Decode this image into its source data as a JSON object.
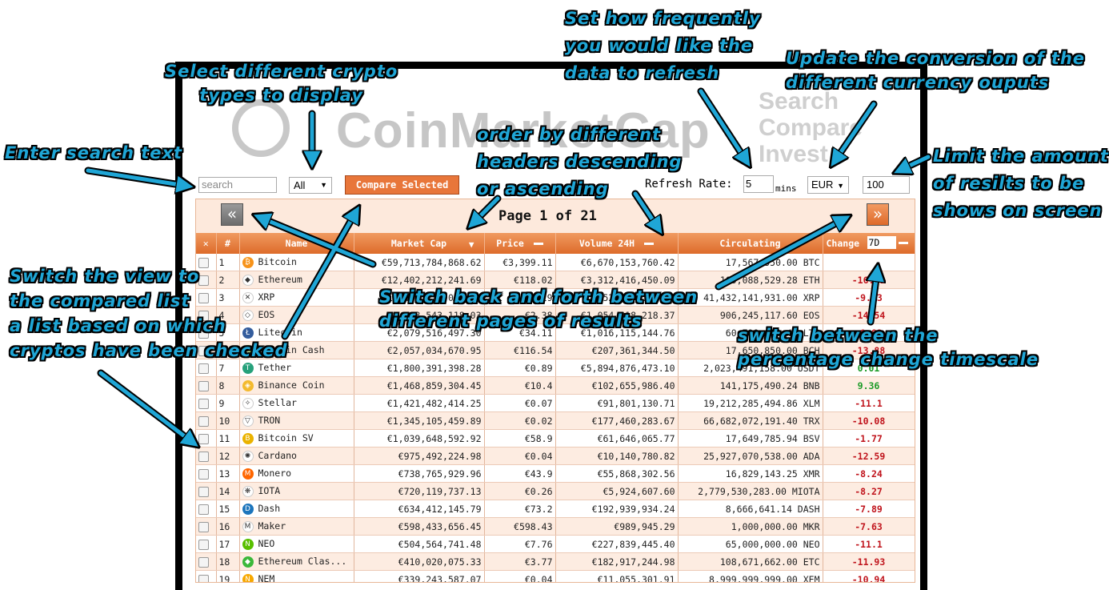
{
  "logo": {
    "word": "CoinMarketCap",
    "tagline": [
      "Search",
      "Compare",
      "Invest"
    ]
  },
  "controls": {
    "search_placeholder": "search",
    "type_select": "All",
    "compare_label": "Compare Selected",
    "refresh_label": "Refresh Rate:",
    "refresh_value": "5",
    "refresh_unit": "mins",
    "currency": "EUR",
    "limit": "100"
  },
  "pager": {
    "prev": "«",
    "next": "»",
    "label": "Page 1 of 21"
  },
  "table": {
    "headers": {
      "close": "✕",
      "index": "#",
      "name": "Name",
      "market_cap": "Market Cap",
      "price": "Price",
      "volume": "Volume 24H",
      "circulating": "Circulating",
      "change": "Change",
      "change_period": "7D"
    },
    "rows": [
      {
        "n": "1",
        "name": "Bitcoin",
        "cap": "€59,713,784,868.62",
        "price": "€3,399.11",
        "vol": "€6,670,153,760.42",
        "circ": "17,567,550.00 BTC",
        "chg": "",
        "cls": "neg",
        "color": "#f7931a",
        "sym": "₿"
      },
      {
        "n": "2",
        "name": "Ethereum",
        "cap": "€12,402,212,241.69",
        "price": "€118.02",
        "vol": "€3,312,416,450.09",
        "circ": "105,088,529.28 ETH",
        "chg": "-16.31",
        "cls": "neg",
        "color": "#ffffff",
        "sym": "◆"
      },
      {
        "n": "3",
        "name": "XRP",
        "cap": "€11,978,418,050.12",
        "price": "€0.29",
        "vol": "€552,000,187.33",
        "circ": "41,432,141,931.00 XRP",
        "chg": "-9.53",
        "cls": "neg",
        "color": "#ffffff",
        "sym": "✕"
      },
      {
        "n": "4",
        "name": "EOS",
        "cap": "€2,188,543,118.03",
        "price": "€2.38",
        "vol": "€1,054,218,218.37",
        "circ": "906,245,117.60 EOS",
        "chg": "-14.54",
        "cls": "neg",
        "color": "#ffffff",
        "sym": "◇"
      },
      {
        "n": "5",
        "name": "Litecoin",
        "cap": "€2,079,516,497.30",
        "price": "€34.11",
        "vol": "€1,016,115,144.76",
        "circ": "60,798,650.49 LTC",
        "chg": "-9.82",
        "cls": "neg",
        "color": "#345d9d",
        "sym": "Ł"
      },
      {
        "n": "6",
        "name": "Bitcoin Cash",
        "cap": "€2,057,034,670.95",
        "price": "€116.54",
        "vol": "€207,361,344.50",
        "circ": "17,650,850.00 BCH",
        "chg": "-13.88",
        "cls": "neg",
        "color": "#8dc351",
        "sym": "₿"
      },
      {
        "n": "7",
        "name": "Tether",
        "cap": "€1,800,391,398.28",
        "price": "€0.89",
        "vol": "€5,894,876,473.10",
        "circ": "2,023,491,158.00 USDT",
        "chg": "0.01",
        "cls": "pos",
        "color": "#26a17b",
        "sym": "T"
      },
      {
        "n": "8",
        "name": "Binance Coin",
        "cap": "€1,468,859,304.45",
        "price": "€10.4",
        "vol": "€102,655,986.40",
        "circ": "141,175,490.24 BNB",
        "chg": "9.36",
        "cls": "pos",
        "color": "#f3ba2f",
        "sym": "◈"
      },
      {
        "n": "9",
        "name": "Stellar",
        "cap": "€1,421,482,414.25",
        "price": "€0.07",
        "vol": "€91,801,130.71",
        "circ": "19,212,285,494.86 XLM",
        "chg": "-11.1",
        "cls": "neg",
        "color": "#ffffff",
        "sym": "✧"
      },
      {
        "n": "10",
        "name": "TRON",
        "cap": "€1,345,105,459.89",
        "price": "€0.02",
        "vol": "€177,460,283.67",
        "circ": "66,682,072,191.40 TRX",
        "chg": "-10.08",
        "cls": "neg",
        "color": "#ffffff",
        "sym": "▽"
      },
      {
        "n": "11",
        "name": "Bitcoin SV",
        "cap": "€1,039,648,592.92",
        "price": "€58.9",
        "vol": "€61,646,065.77",
        "circ": "17,649,785.94 BSV",
        "chg": "-1.77",
        "cls": "neg",
        "color": "#eab300",
        "sym": "B"
      },
      {
        "n": "12",
        "name": "Cardano",
        "cap": "€975,492,224.98",
        "price": "€0.04",
        "vol": "€10,140,780.82",
        "circ": "25,927,070,538.00 ADA",
        "chg": "-12.59",
        "cls": "neg",
        "color": "#ffffff",
        "sym": "✺"
      },
      {
        "n": "13",
        "name": "Monero",
        "cap": "€738,765,929.96",
        "price": "€43.9",
        "vol": "€55,868,302.56",
        "circ": "16,829,143.25 XMR",
        "chg": "-8.24",
        "cls": "neg",
        "color": "#ff6600",
        "sym": "M"
      },
      {
        "n": "14",
        "name": "IOTA",
        "cap": "€720,119,737.13",
        "price": "€0.26",
        "vol": "€5,924,607.60",
        "circ": "2,779,530,283.00 MIOTA",
        "chg": "-8.27",
        "cls": "neg",
        "color": "#ffffff",
        "sym": "❋"
      },
      {
        "n": "15",
        "name": "Dash",
        "cap": "€634,412,145.79",
        "price": "€73.2",
        "vol": "€192,939,934.24",
        "circ": "8,666,641.14 DASH",
        "chg": "-7.89",
        "cls": "neg",
        "color": "#1c75bc",
        "sym": "D"
      },
      {
        "n": "16",
        "name": "Maker",
        "cap": "€598,433,656.45",
        "price": "€598.43",
        "vol": "€989,945.29",
        "circ": "1,000,000.00 MKR",
        "chg": "-7.63",
        "cls": "neg",
        "color": "#ffffff",
        "sym": "M"
      },
      {
        "n": "17",
        "name": "NEO",
        "cap": "€504,564,741.48",
        "price": "€7.76",
        "vol": "€227,839,445.40",
        "circ": "65,000,000.00 NEO",
        "chg": "-11.1",
        "cls": "neg",
        "color": "#58bf00",
        "sym": "N"
      },
      {
        "n": "18",
        "name": "Ethereum Clas...",
        "cap": "€410,020,075.33",
        "price": "€3.77",
        "vol": "€182,917,244.98",
        "circ": "108,671,662.00 ETC",
        "chg": "-11.93",
        "cls": "neg",
        "color": "#3ab83a",
        "sym": "◆"
      },
      {
        "n": "19",
        "name": "NEM",
        "cap": "€339,243,587.07",
        "price": "€0.04",
        "vol": "€11,055,301.91",
        "circ": "8,999,999,999.00 XEM",
        "chg": "-10.94",
        "cls": "neg",
        "color": "#f7a800",
        "sym": "N"
      }
    ]
  },
  "annotations": {
    "search": "Enter search text",
    "types": [
      "Select different crypto",
      "types to display"
    ],
    "refresh": [
      "Set how frequently",
      "you would like the",
      "data to refresh"
    ],
    "currency": [
      "Update the conversion of the",
      "different currency ouputs"
    ],
    "limit": [
      "Limit the amount",
      "of resilts to be",
      "shows on screen"
    ],
    "order": [
      "order by different",
      "headers descending",
      "or ascending"
    ],
    "compare": [
      "Switch the view to",
      "the compared list",
      "a list based on which",
      "cryptos have been checked"
    ],
    "pages": [
      "Switch back and forth between",
      "different pages of results"
    ],
    "timescale": [
      "switch between the",
      "percentage change timescale"
    ]
  }
}
